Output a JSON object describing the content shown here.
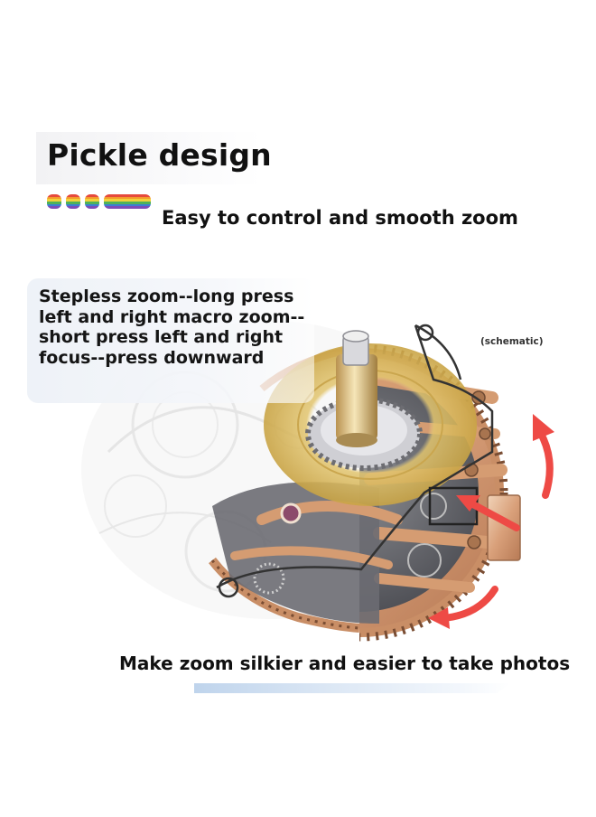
{
  "heading": {
    "title": "Pickle design",
    "subtitle": "Easy to control and smooth zoom"
  },
  "description": "Stepless zoom--long press left and right macro zoom--short press left and right focus--press downward",
  "illustration": {
    "annotation": "(schematic)"
  },
  "footer": {
    "caption": "Make zoom silkier and easier to take photos"
  },
  "colors": {
    "text": "#111111",
    "rose_gold": "#d8a07a",
    "arrow_red": "#ee4a45",
    "rainbow": [
      "#e64a3c",
      "#f39a2b",
      "#f2d13a",
      "#4fb25a",
      "#3b7fd2",
      "#7d4bb8"
    ]
  }
}
